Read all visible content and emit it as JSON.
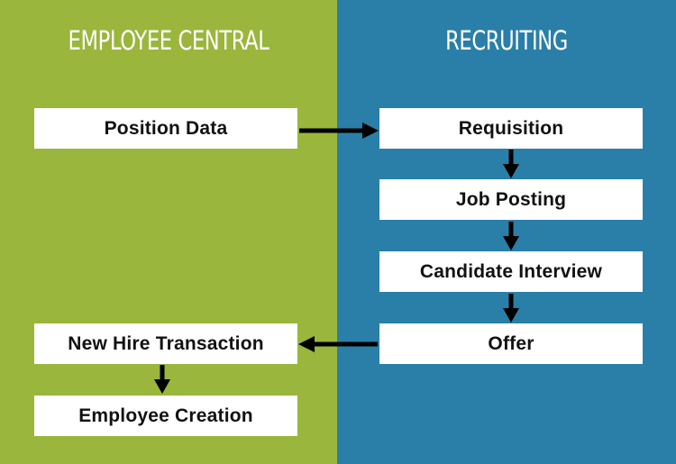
{
  "colors": {
    "left_panel": "#9ab63c",
    "right_panel": "#2a7fa8",
    "box": "#ffffff",
    "arrow": "#000000"
  },
  "columns": {
    "left_title": "EMPLOYEE CENTRAL",
    "right_title": "RECRUITING"
  },
  "nodes": {
    "position_data": "Position Data",
    "requisition": "Requisition",
    "job_posting": "Job Posting",
    "candidate_interview": "Candidate Interview",
    "offer": "Offer",
    "new_hire_transaction": "New Hire Transaction",
    "employee_creation": "Employee Creation"
  }
}
